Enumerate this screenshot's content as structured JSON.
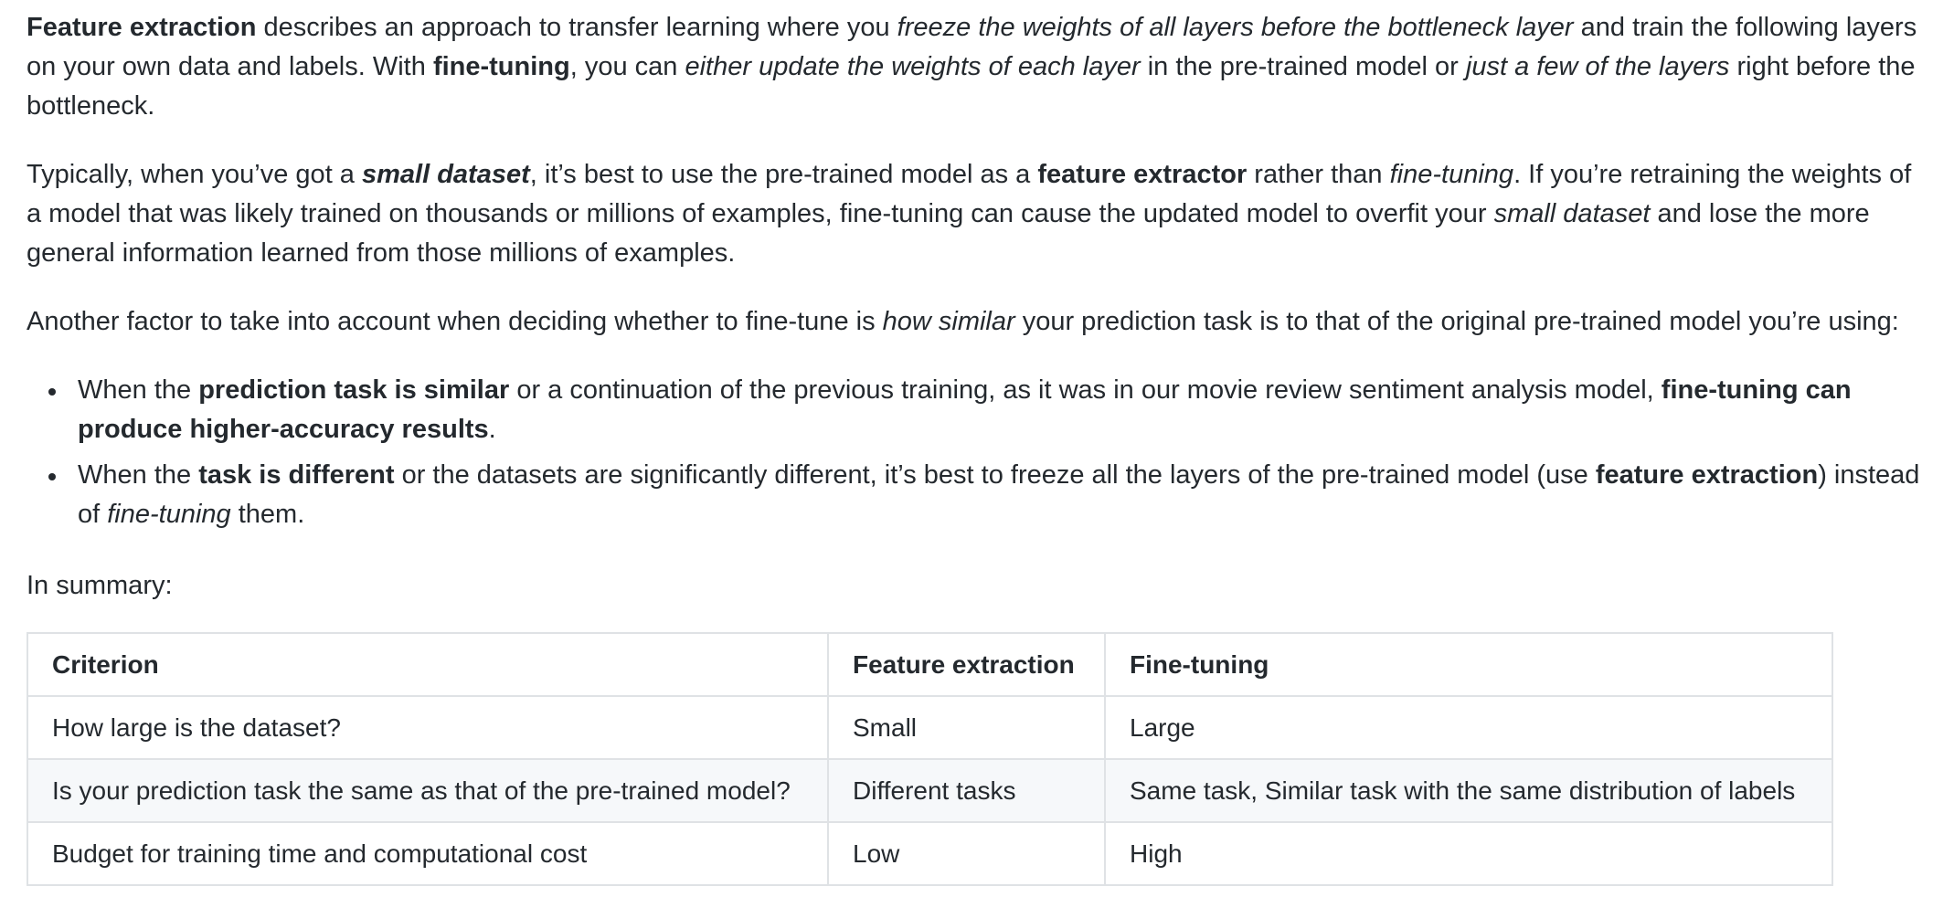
{
  "paragraph1": {
    "t1": "Feature extraction",
    "t2": " describes an approach to transfer learning where you ",
    "t3": "freeze the weights of all layers before the bottleneck layer",
    "t4": " and train the following layers on your own data and labels. With ",
    "t5": "fine-tuning",
    "t6": ", you can ",
    "t7": "either update the weights of each layer",
    "t8": " in the pre-trained model or ",
    "t9": "just a few of the layers",
    "t10": " right before the bottleneck."
  },
  "paragraph2": {
    "t1": "Typically, when you’ve got a ",
    "t2": "small dataset",
    "t3": ", it’s best to use the pre-trained model as a ",
    "t4": "feature extractor",
    "t5": " rather than ",
    "t6": "fine-tuning",
    "t7": ". If you’re retraining the weights of a model that was likely trained on thousands or millions of examples, fine-tuning can cause the updated model to overfit your ",
    "t8": "small dataset",
    "t9": " and lose the more general information learned from those millions of examples."
  },
  "paragraph3": {
    "t1": "Another factor to take into account when deciding whether to fine-tune is ",
    "t2": "how similar",
    "t3": " your prediction task is to that of the original pre-trained model you’re using:"
  },
  "bullets": [
    {
      "t1": "When the ",
      "t2": "prediction task is similar",
      "t3": " or a continuation of the previous training, as it was in our movie review sentiment analysis model, ",
      "t4": "fine-tuning can produce higher-accuracy results",
      "t5": "."
    },
    {
      "t1": "When the ",
      "t2": "task is different",
      "t3": " or the datasets are significantly different, it’s best to freeze all the layers of the pre-trained model (use ",
      "t4": "feature extraction",
      "t5": ") instead of ",
      "t6": "fine-tuning",
      "t7": " them."
    }
  ],
  "summary_label": "In summary:",
  "table": {
    "headers": [
      "Criterion",
      "Feature extraction",
      "Fine-tuning"
    ],
    "rows": [
      [
        "How large is the dataset?",
        "Small",
        "Large"
      ],
      [
        "Is your prediction task the same as that of the pre-trained model?",
        "Different tasks",
        "Same task, Similar task with the same distribution of labels"
      ],
      [
        "Budget for training time and computational cost",
        "Low",
        "High"
      ]
    ]
  }
}
